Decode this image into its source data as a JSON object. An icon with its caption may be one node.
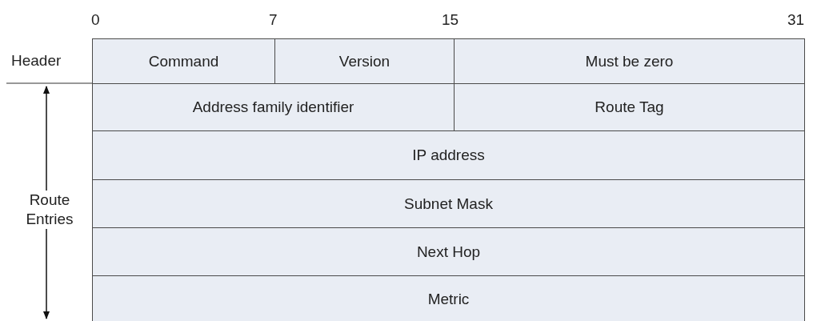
{
  "diagram": {
    "nodes": [
      {
        "text": [
          "Command"
        ]
      },
      {
        "text": [
          "Version"
        ]
      },
      {
        "text": [
          "Must be zero"
        ]
      },
      {
        "text": [
          "Address family identifier"
        ]
      },
      {
        "text": [
          "Route Tag"
        ]
      },
      {
        "text": [
          "IP address"
        ]
      },
      {
        "text": [
          "Subnet Mask"
        ]
      },
      {
        "text": [
          "Next Hop"
        ]
      },
      {
        "text": [
          "Metric"
        ]
      }
    ],
    "labels": [
      "0",
      "7",
      "15",
      "31",
      "Header",
      "Route Entries"
    ]
  }
}
